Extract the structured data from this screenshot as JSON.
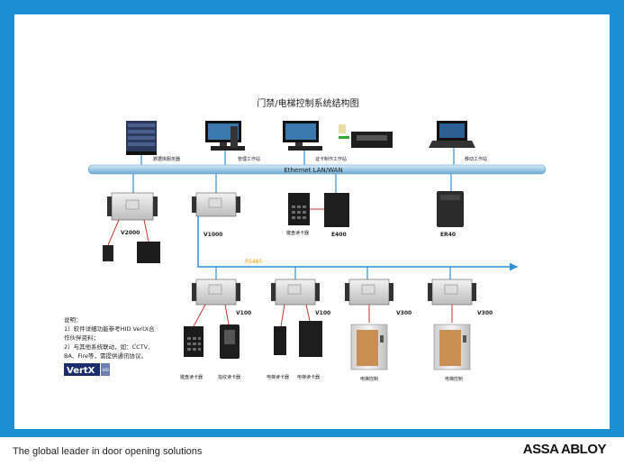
{
  "title": "门禁/电梯控制系统结构图",
  "network_label": "Ethernet LAN/WAN",
  "rs485_label": "RS485",
  "top_devices": [
    {
      "id": "db-server",
      "label": "数据库服务器"
    },
    {
      "id": "mgmt-station",
      "label": "管理工作站"
    },
    {
      "id": "card-station",
      "label": "证卡制作工作站"
    },
    {
      "id": "mobile-station",
      "label": "移动工作站"
    }
  ],
  "controllers": {
    "v2000": "V2000",
    "v1000": "V1000",
    "e400": "E400",
    "er40": "ER40",
    "v100a": "V100",
    "v100b": "V100",
    "v300a": "V300",
    "v300b": "V300"
  },
  "device_labels": {
    "keypad_reader": "键盘读卡器",
    "keypad_reader_2": "键盘读卡器",
    "fingerprint_reader": "指纹读卡器",
    "elevator_reader_1": "电梯读卡器",
    "elevator_reader_2": "电梯读卡器",
    "elevator_control_1": "电梯控制",
    "elevator_control_2": "电梯控制"
  },
  "notes": {
    "heading": "说明：",
    "line1": "1）软件详细功能参考HID VertX合",
    "line2": "作伙伴资料；",
    "line3": "2）与其他系统联动，如：CCTV、",
    "line4": "BA、Fire等，需提供通讯协议。"
  },
  "logo_text": "VertX",
  "logo_sub": "HID",
  "footer": {
    "tagline": "The global leader in door opening solutions",
    "brand": "ASSA ABLOY"
  },
  "colors": {
    "frame": "#1a8fd2",
    "bus": "#a9d3ea",
    "connector": "#2f8fd8",
    "rs485_text": "#f39c12"
  }
}
